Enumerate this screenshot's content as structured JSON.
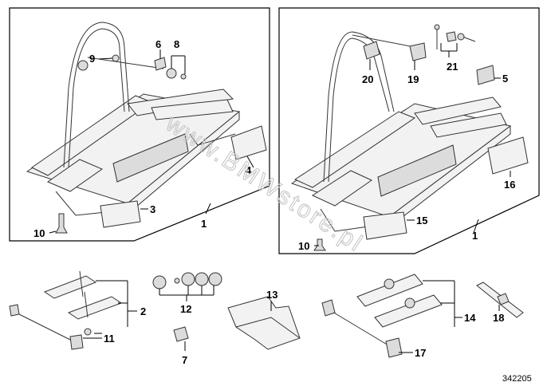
{
  "diagram": {
    "watermark": "www.BMWstore.pl",
    "reference_number": "342205",
    "callouts": [
      {
        "id": "c9",
        "label": "9"
      },
      {
        "id": "c6",
        "label": "6"
      },
      {
        "id": "c8",
        "label": "8"
      },
      {
        "id": "c4",
        "label": "4"
      },
      {
        "id": "c3",
        "label": "3"
      },
      {
        "id": "c10a",
        "label": "10"
      },
      {
        "id": "c1a",
        "label": "1"
      },
      {
        "id": "c20",
        "label": "20"
      },
      {
        "id": "c19",
        "label": "19"
      },
      {
        "id": "c21",
        "label": "21"
      },
      {
        "id": "c5",
        "label": "5"
      },
      {
        "id": "c16",
        "label": "16"
      },
      {
        "id": "c15",
        "label": "15"
      },
      {
        "id": "c10b",
        "label": "10"
      },
      {
        "id": "c1b",
        "label": "1"
      },
      {
        "id": "c2",
        "label": "2"
      },
      {
        "id": "c11",
        "label": "11"
      },
      {
        "id": "c12",
        "label": "12"
      },
      {
        "id": "c7",
        "label": "7"
      },
      {
        "id": "c13",
        "label": "13"
      },
      {
        "id": "c14",
        "label": "14"
      },
      {
        "id": "c17",
        "label": "17"
      },
      {
        "id": "c18",
        "label": "18"
      }
    ]
  }
}
